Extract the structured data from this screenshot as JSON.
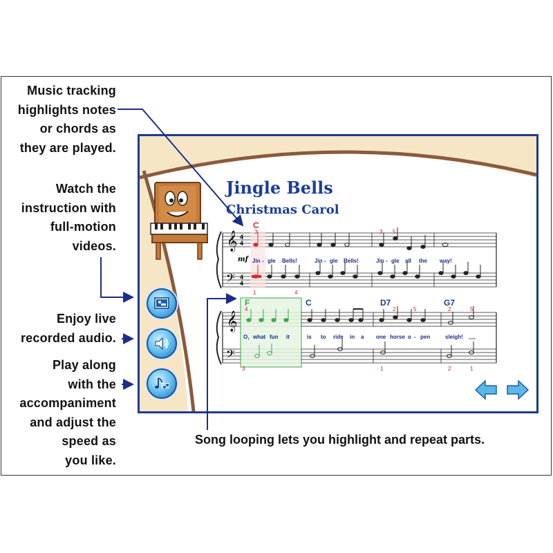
{
  "callouts": {
    "tracking": [
      "Music tracking",
      "highlights notes",
      "or chords as",
      "they are played."
    ],
    "video": [
      "Watch the",
      "instruction with",
      "full-motion",
      "videos."
    ],
    "audio": [
      "Enjoy live",
      "recorded audio."
    ],
    "playalong": [
      "Play along",
      "with the",
      "accompaniment",
      "and adjust the",
      "speed as",
      "you like."
    ],
    "looping": "Song looping lets you highlight and repeat parts."
  },
  "song": {
    "title": "Jingle Bells",
    "subtitle": "Christmas Carol",
    "dynamic": "mf",
    "time_signature": "4/4",
    "row1": {
      "chords": [
        "C"
      ],
      "finger_top": [
        "3",
        "3",
        "5"
      ],
      "finger_bottom": [
        "1",
        "4"
      ],
      "lyrics": [
        "Jin",
        "-",
        "gle",
        "Bells!",
        "Jin",
        "-",
        "gle",
        "Bells!",
        "Jin",
        "-",
        "gle",
        "all",
        "the",
        "way!"
      ]
    },
    "row2": {
      "chords": [
        "F",
        "C",
        "D7",
        "G7"
      ],
      "finger_top": [
        "4",
        "2",
        "5",
        "2",
        "5"
      ],
      "finger_bottom": [
        "3",
        "1",
        "2",
        "1"
      ],
      "lyrics": [
        "O,",
        "what",
        "fun",
        "it",
        "is",
        "to",
        "ride",
        "in",
        "a",
        "one",
        "horse",
        "o",
        "-",
        "pen",
        "sleigh!"
      ]
    }
  },
  "controls": {
    "video_icon": "video-icon",
    "audio_icon": "speaker-icon",
    "accompaniment_icon": "music-notes-icon",
    "prev_icon": "arrow-left-icon",
    "next_icon": "arrow-right-icon"
  },
  "colors": {
    "frame_border": "#1a3c8f",
    "background": "#f6e6c5",
    "arc": "#8b5a3c",
    "title": "#1a3c9c",
    "highlight_red": "#e0262b",
    "highlight_green": "#3aa84a",
    "lyrics": "#1a2d8c",
    "chord_blue": "#1a3c8f"
  }
}
